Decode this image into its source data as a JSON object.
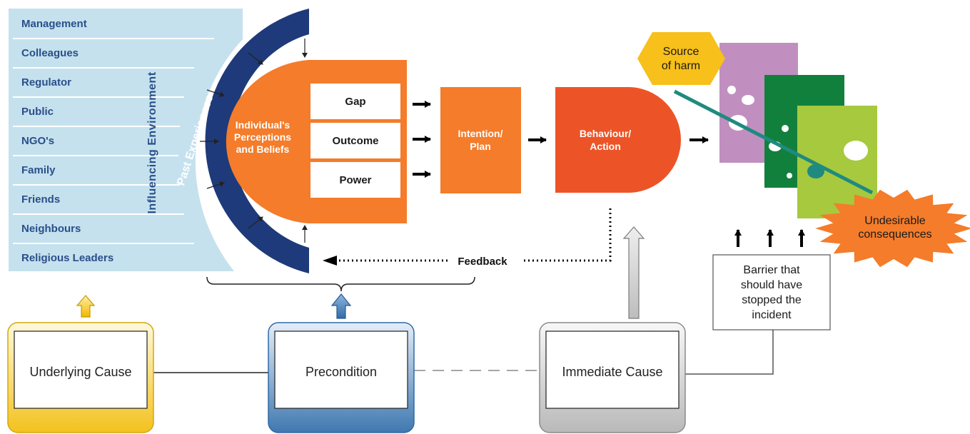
{
  "influencing_environment": {
    "title": "Influencing Environment",
    "items": [
      "Management",
      "Colleagues",
      "Regulator",
      "Public",
      "NGO's",
      "Family",
      "Friends",
      "Neighbours",
      "Religious Leaders"
    ]
  },
  "past_experiences": {
    "label": "Past Experiences"
  },
  "perceptions": {
    "line1": "Individual's",
    "line2": "Perceptions",
    "line3": "and Beliefs"
  },
  "factors": [
    "Gap",
    "Outcome",
    "Power"
  ],
  "intention": {
    "line1": "Intention/",
    "line2": "Plan"
  },
  "behaviour": {
    "line1": "Behaviour/",
    "line2": "Action"
  },
  "feedback": {
    "label": "Feedback"
  },
  "source_of_harm": {
    "line1": "Source",
    "line2": "of harm"
  },
  "consequences": {
    "line1": "Undesirable",
    "line2": "consequences"
  },
  "barrier": {
    "lines": [
      "Barrier that",
      "should have",
      "stopped the",
      "incident"
    ]
  },
  "causes": {
    "underlying": "Underlying Cause",
    "precondition": "Precondition",
    "immediate": "Immediate Cause"
  },
  "colors": {
    "navy": "#1e3a7a",
    "light_blue": "#c5e1ee",
    "orange": "#f47c2a",
    "red_orange": "#ec5427",
    "yellow": "#f7c01a",
    "purple": "#c08fbf",
    "dark_green": "#12803d",
    "lime": "#a6c93e",
    "teal": "#1f8a80",
    "steel_blue": "#3f78b0",
    "grey": "#b3b3b3"
  }
}
